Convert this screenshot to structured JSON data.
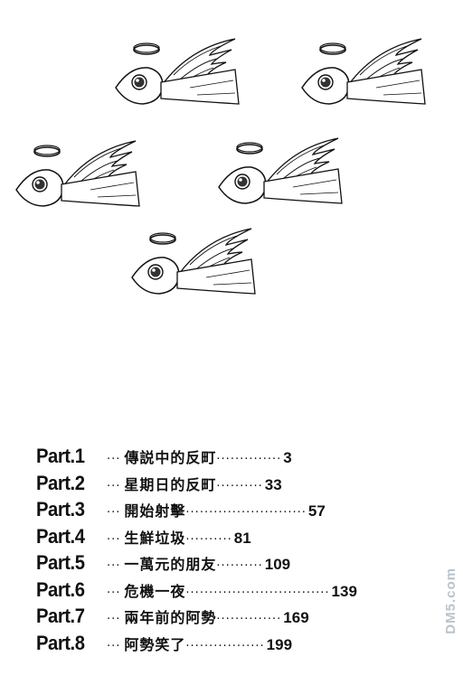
{
  "illustration": {
    "name": "angel-fish-drawing"
  },
  "toc": [
    {
      "part": "Part.1",
      "lead": "···",
      "title": "傳説中的反町",
      "leader": "··············",
      "page": "3"
    },
    {
      "part": "Part.2",
      "lead": "···",
      "title": "星期日的反町",
      "leader": "··········",
      "page": "33"
    },
    {
      "part": "Part.3",
      "lead": "···",
      "title": "開始射擊",
      "leader": "··························",
      "page": "57"
    },
    {
      "part": "Part.4",
      "lead": "···",
      "title": "生鮮垃圾",
      "leader": "··········",
      "page": "81"
    },
    {
      "part": "Part.5",
      "lead": "···",
      "title": "一萬元的朋友",
      "leader": "··········",
      "page": "109"
    },
    {
      "part": "Part.6",
      "lead": "···",
      "title": "危機一夜",
      "leader": "·······························",
      "page": "139"
    },
    {
      "part": "Part.7",
      "lead": "···",
      "title": "兩年前的阿勢",
      "leader": "··············",
      "page": "169"
    },
    {
      "part": "Part.8",
      "lead": "···",
      "title": "阿勢笑了",
      "leader": "·················",
      "page": "199"
    }
  ],
  "watermark": {
    "text": "DM5.com",
    "color": "#b9c3cc"
  }
}
